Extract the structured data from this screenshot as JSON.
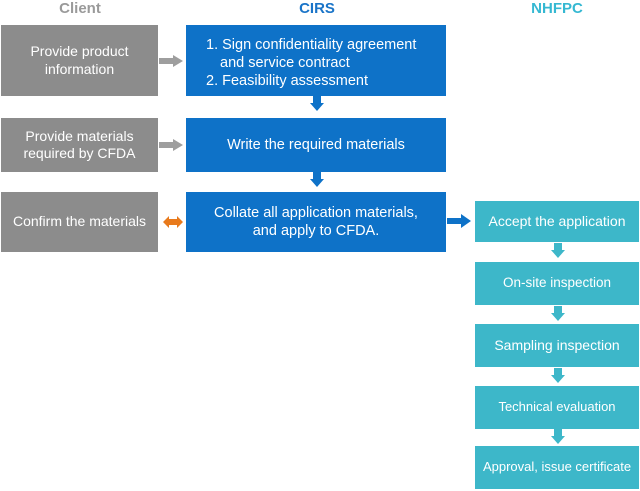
{
  "columns": {
    "client": "Client",
    "cirs": "CIRS",
    "nhfpc": "NHFPC"
  },
  "colors": {
    "client_gray": "#8c8c8c",
    "cirs_blue": "#0e72c8",
    "cirs_title_blue": "#1a74c8",
    "nhfpc_teal": "#3db7c9",
    "nhfpc_title_teal": "#35b8d2",
    "bidirectional_arrow_orange": "#e87a1c",
    "arrow_gray": "#9e9e9e"
  },
  "client_steps": {
    "step1": "Provide product information",
    "step2": "Provide materials required by CFDA",
    "step3": "Confirm the materials"
  },
  "cirs_steps": {
    "step1": {
      "line1": "1. Sign confidentiality agreement",
      "line2": "and service contract",
      "line3": "2. Feasibility assessment"
    },
    "step2": "Write the required materials",
    "step3": "Collate all application materials, and apply to CFDA."
  },
  "nhfpc_steps": {
    "step1": "Accept the application",
    "step2": "On-site inspection",
    "step3": "Sampling inspection",
    "step4": "Technical evaluation",
    "step5": "Approval, issue certificate"
  }
}
